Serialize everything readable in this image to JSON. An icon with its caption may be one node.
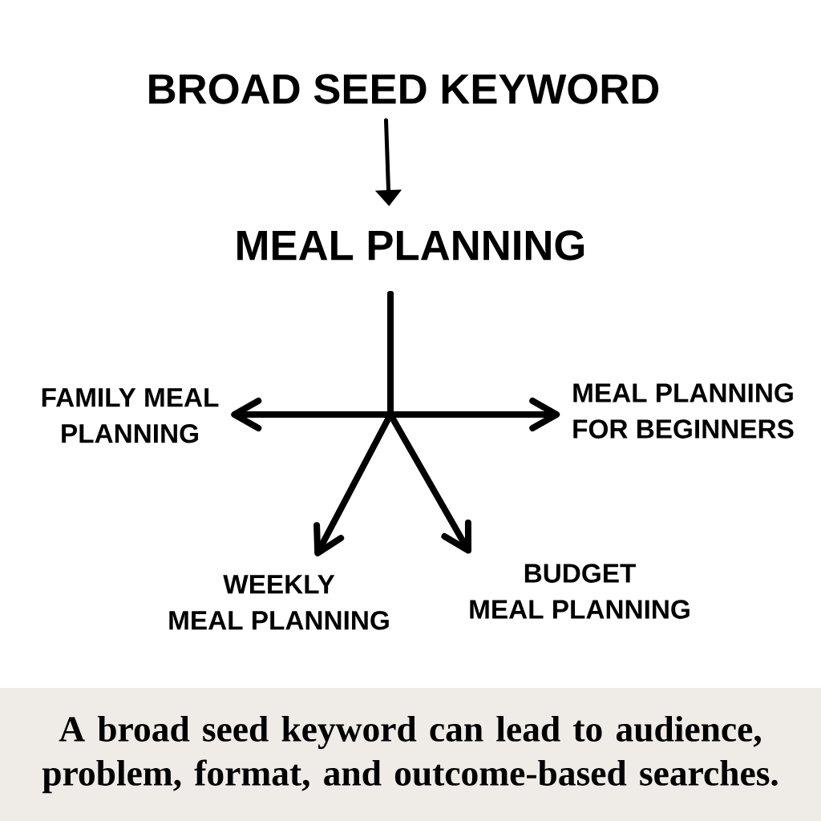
{
  "diagram": {
    "nodes": [
      {
        "text": [
          "BROAD SEED KEYWORD"
        ]
      },
      {
        "text": [
          "MEAL PLANNING"
        ]
      },
      {
        "text": [
          "FAMILY MEAL PLANNING"
        ]
      },
      {
        "text": [
          "MEAL PLANNING FOR BEGINNERS"
        ]
      },
      {
        "text": [
          "WEEKLY MEAL PLANNING"
        ]
      },
      {
        "text": [
          "BUDGET MEAL PLANNING"
        ]
      }
    ],
    "edges": [
      {
        "from": 0,
        "to": 1,
        "arrow": "to"
      },
      {
        "from": 1,
        "to": 2,
        "arrow": "to"
      },
      {
        "from": 1,
        "to": 3,
        "arrow": "to"
      },
      {
        "from": 1,
        "to": 4,
        "arrow": "to"
      },
      {
        "from": 1,
        "to": 5,
        "arrow": "to"
      }
    ],
    "caption": "A broad seed keyword can lead to audience, problem, format, and outcome-based searches."
  }
}
